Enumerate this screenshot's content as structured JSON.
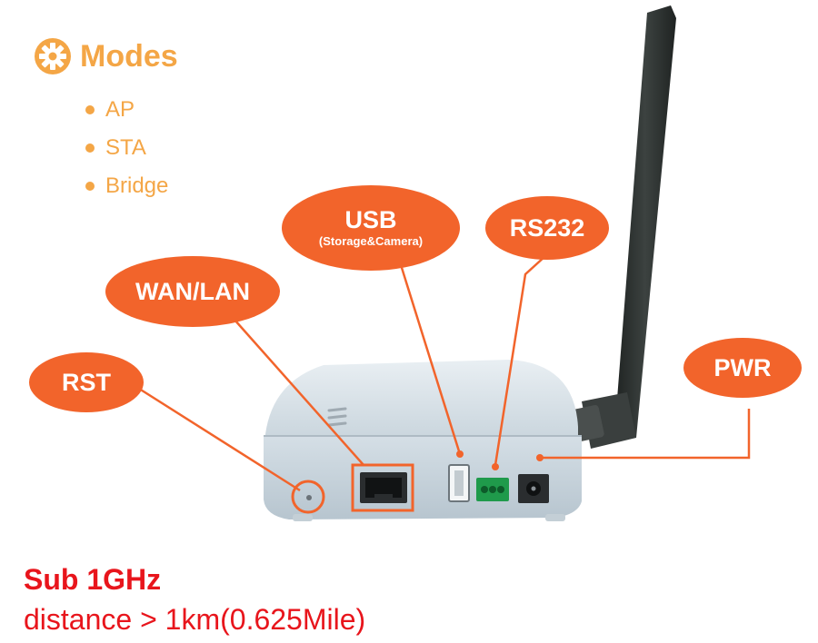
{
  "modes": {
    "title": "Modes",
    "icon": "gear-icon",
    "items": [
      "AP",
      "STA",
      "Bridge"
    ]
  },
  "callouts": {
    "usb": {
      "label": "USB",
      "sub": "(Storage&Camera)"
    },
    "rs232": {
      "label": "RS232"
    },
    "wan_lan": {
      "label": "WAN/LAN"
    },
    "rst": {
      "label": "RST"
    },
    "pwr": {
      "label": "PWR"
    }
  },
  "footer": {
    "band": "Sub 1GHz",
    "distance": "distance > 1km(0.625Mile)"
  },
  "colors": {
    "accent_orange": "#f2642b",
    "modes_orange": "#f4a646",
    "footer_red": "#e8151c",
    "device_body": "#d9e3ea",
    "antenna": "#2b2f2e"
  }
}
